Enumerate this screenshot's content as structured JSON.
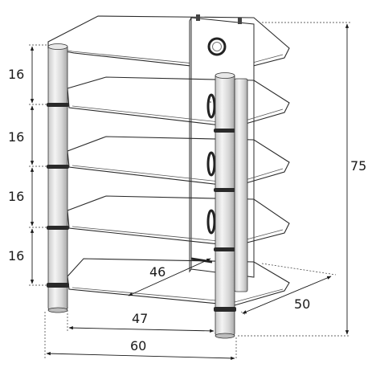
{
  "dimensions": {
    "shelf_gap_1": "16",
    "shelf_gap_2": "16",
    "shelf_gap_3": "16",
    "shelf_gap_4": "16",
    "total_height": "75",
    "shelf_depth": "50",
    "inner_depth": "46",
    "inner_width": "47",
    "total_width": "60"
  }
}
